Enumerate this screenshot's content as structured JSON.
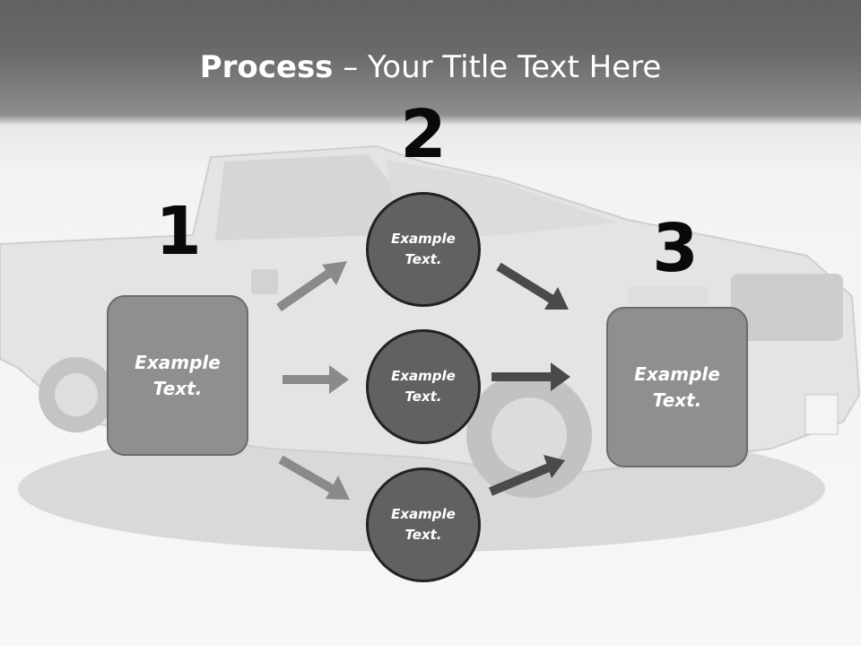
{
  "title": {
    "bold": "Process",
    "rest": " – Your Title Text Here"
  },
  "steps": [
    {
      "number": "1",
      "text": "Example Text."
    },
    {
      "number": "2",
      "items": [
        {
          "text": "Example Text."
        },
        {
          "text": "Example Text."
        },
        {
          "text": "Example Text."
        }
      ]
    },
    {
      "number": "3",
      "text": "Example Text."
    }
  ],
  "colors": {
    "box": "#8f8f8f",
    "circle": "#616161",
    "arrow_light": "#8a8a8a",
    "arrow_dark": "#4a4a4a"
  }
}
